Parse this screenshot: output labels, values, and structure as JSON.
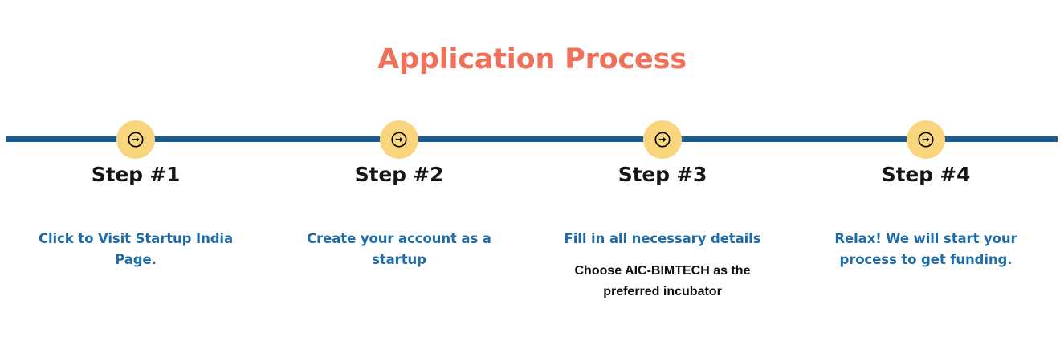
{
  "header": {
    "title": "Application Process",
    "title_color": "#F1705A"
  },
  "timeline": {
    "rail_color": "#175E96",
    "marker_fill": "#F9D57E",
    "marker_icon": "arrow-right-in-circle-icon"
  },
  "colors": {
    "accent_coral": "#F1705A",
    "rail_blue": "#175E96",
    "marker_yellow": "#F9D57E",
    "link_blue": "#1F6BA8",
    "body_black": "#101010",
    "background": "#FFFFFF"
  },
  "steps": [
    {
      "label": "Step #1",
      "primary": "Click to Visit Startup India Page.",
      "secondary": ""
    },
    {
      "label": "Step #2",
      "primary": "Create your account as a startup",
      "secondary": ""
    },
    {
      "label": "Step #3",
      "primary": "Fill in all necessary details",
      "secondary": "Choose AIC-BIMTECH as the preferred incubator"
    },
    {
      "label": "Step #4",
      "primary": "Relax! We will start your process to get funding.",
      "secondary": ""
    }
  ]
}
